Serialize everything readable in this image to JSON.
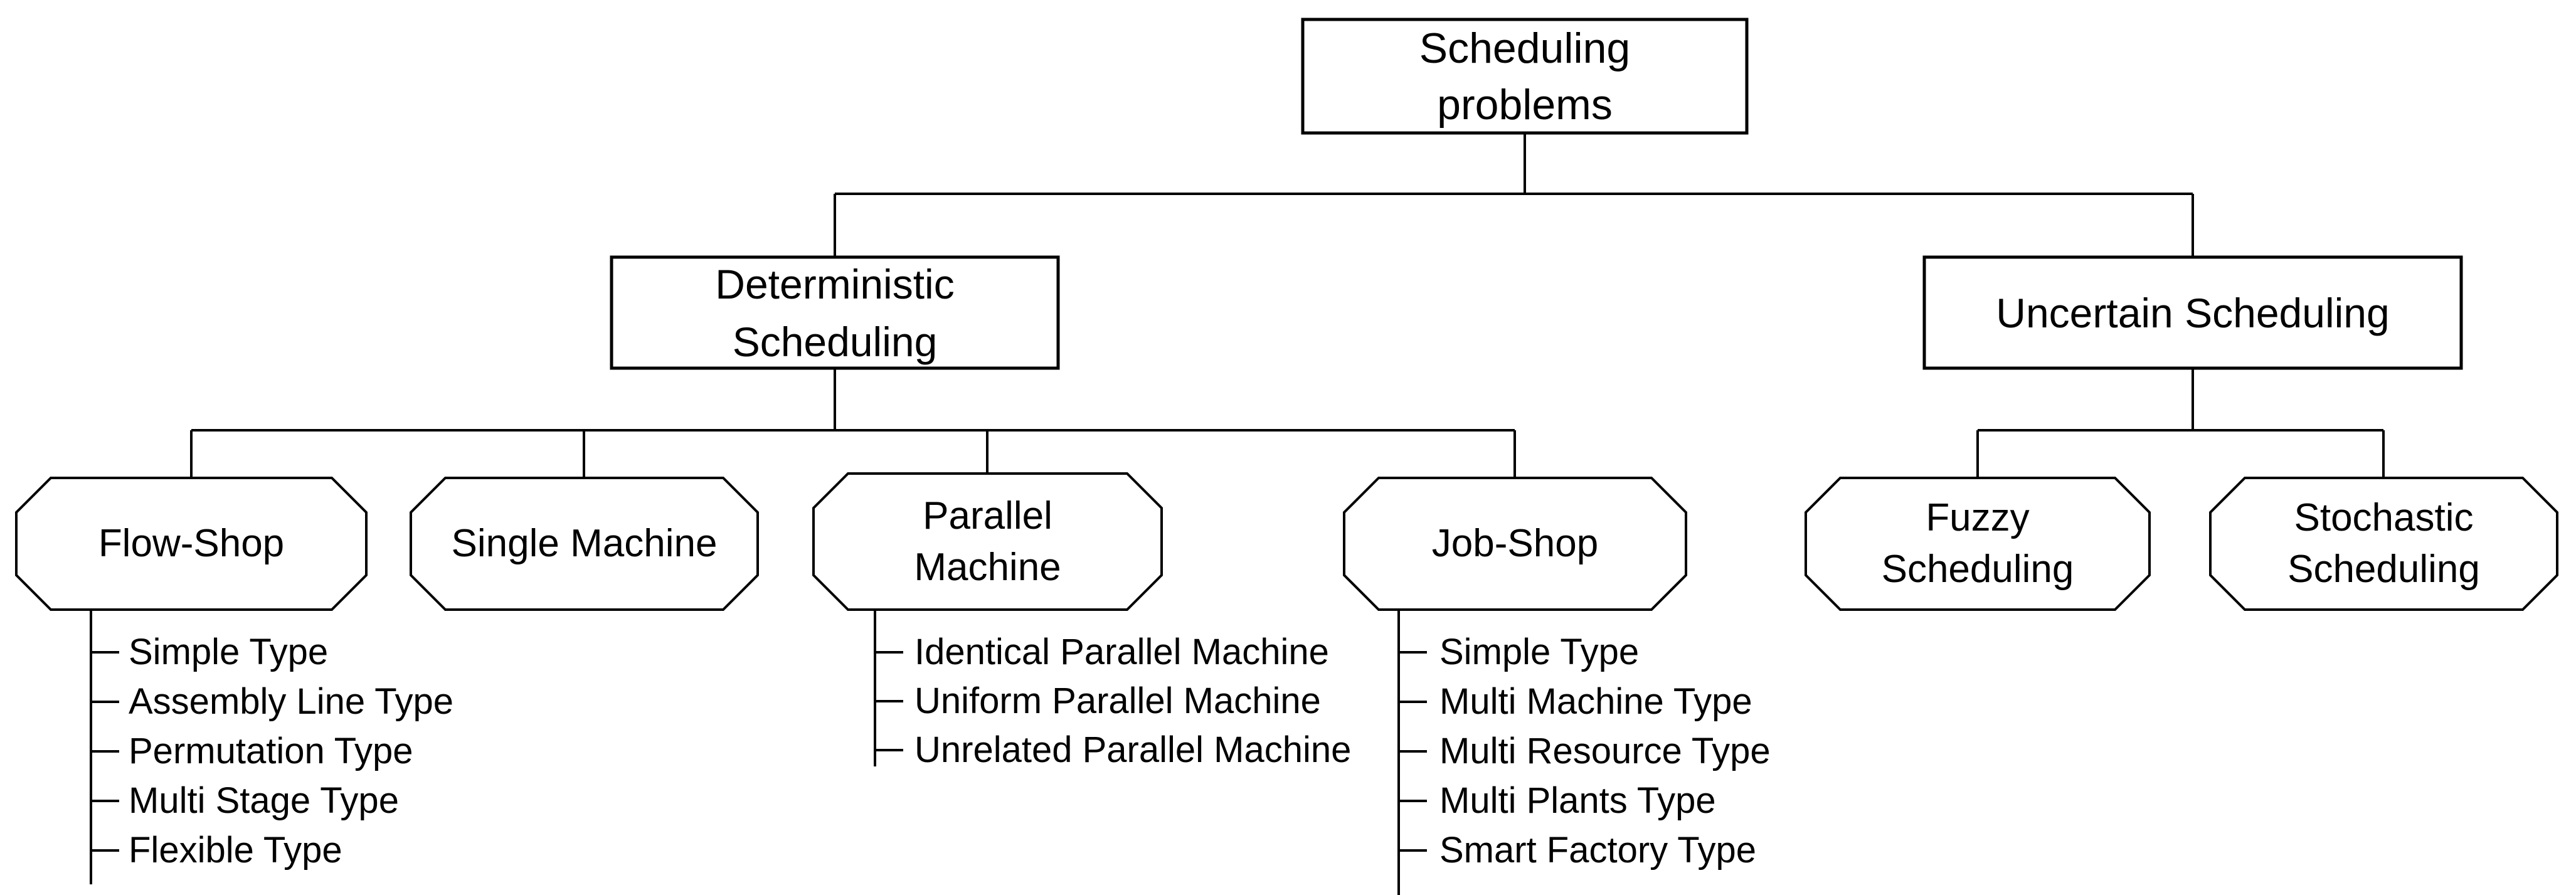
{
  "colors": {
    "background": "#ffffff",
    "line": "#000000",
    "text": "#000000"
  },
  "nodes": {
    "root": {
      "label": "Scheduling problems",
      "lines": [
        "Scheduling",
        "problems"
      ]
    },
    "deterministic": {
      "label": "Deterministic Scheduling",
      "lines": [
        "Deterministic",
        "Scheduling"
      ]
    },
    "uncertain": {
      "label": "Uncertain Scheduling",
      "lines": [
        "Uncertain Scheduling"
      ]
    },
    "flow_shop": {
      "label": "Flow-Shop",
      "lines": [
        "Flow-Shop"
      ]
    },
    "single_machine": {
      "label": "Single Machine",
      "lines": [
        "Single Machine"
      ]
    },
    "parallel_machine": {
      "label": "Parallel Machine",
      "lines": [
        "Parallel",
        "Machine"
      ]
    },
    "job_shop": {
      "label": "Job-Shop",
      "lines": [
        "Job-Shop"
      ]
    },
    "fuzzy": {
      "label": "Fuzzy Scheduling",
      "lines": [
        "Fuzzy",
        "Scheduling"
      ]
    },
    "stochastic": {
      "label": "Stochastic Scheduling",
      "lines": [
        "Stochastic",
        "Scheduling"
      ]
    }
  },
  "leaves": {
    "flow_shop": [
      "Simple Type",
      "Assembly Line Type",
      "Permutation Type",
      "Multi Stage Type",
      "Flexible Type"
    ],
    "parallel_machine": [
      "Identical Parallel Machine",
      "Uniform Parallel Machine",
      "Unrelated Parallel Machine"
    ],
    "job_shop": [
      "Simple Type",
      "Multi Machine Type",
      "Multi Resource Type",
      "Multi Plants Type",
      "Smart Factory Type"
    ]
  }
}
